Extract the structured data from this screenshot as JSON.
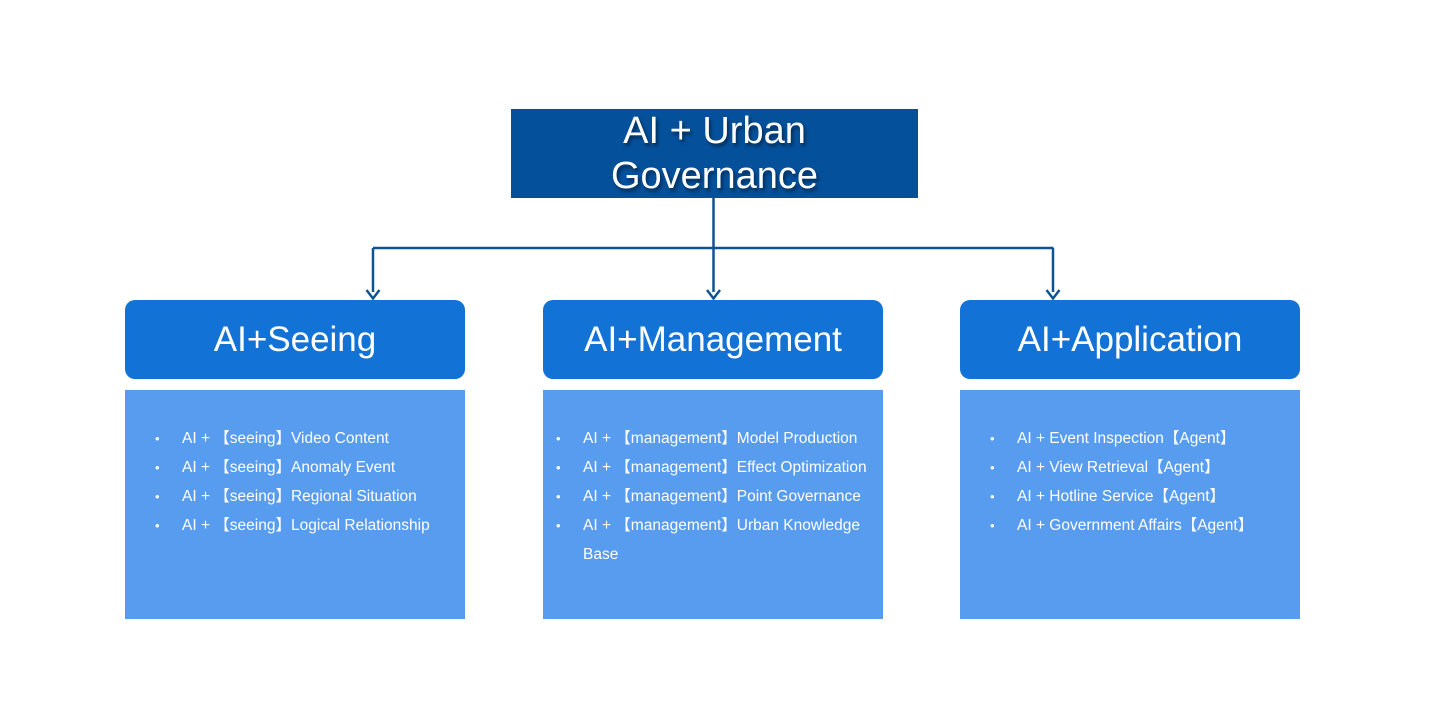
{
  "colors": {
    "root_box": "#05509B",
    "branch_header": "#1372D5",
    "branch_body": "#579CEE",
    "connector": "#0E5494",
    "text": "#FFFFFF",
    "background": "#FFFFFF"
  },
  "root": {
    "title": "AI + Urban Governance"
  },
  "bullet_glyph": "•",
  "branches": [
    {
      "title": "AI+Seeing",
      "items": [
        "AI + 【seeing】Video Content",
        "AI + 【seeing】Anomaly Event",
        "AI + 【seeing】Regional Situation",
        "AI + 【seeing】Logical Relationship"
      ]
    },
    {
      "title": "AI+Management",
      "items": [
        "AI + 【management】Model Production",
        "AI + 【management】Effect Optimization",
        "AI + 【management】Point Governance",
        "AI + 【management】Urban Knowledge Base"
      ]
    },
    {
      "title": "AI+Application",
      "items": [
        "AI + Event Inspection【Agent】",
        "AI + View Retrieval【Agent】",
        "AI + Hotline Service【Agent】",
        "AI + Government Affairs【Agent】"
      ]
    }
  ]
}
